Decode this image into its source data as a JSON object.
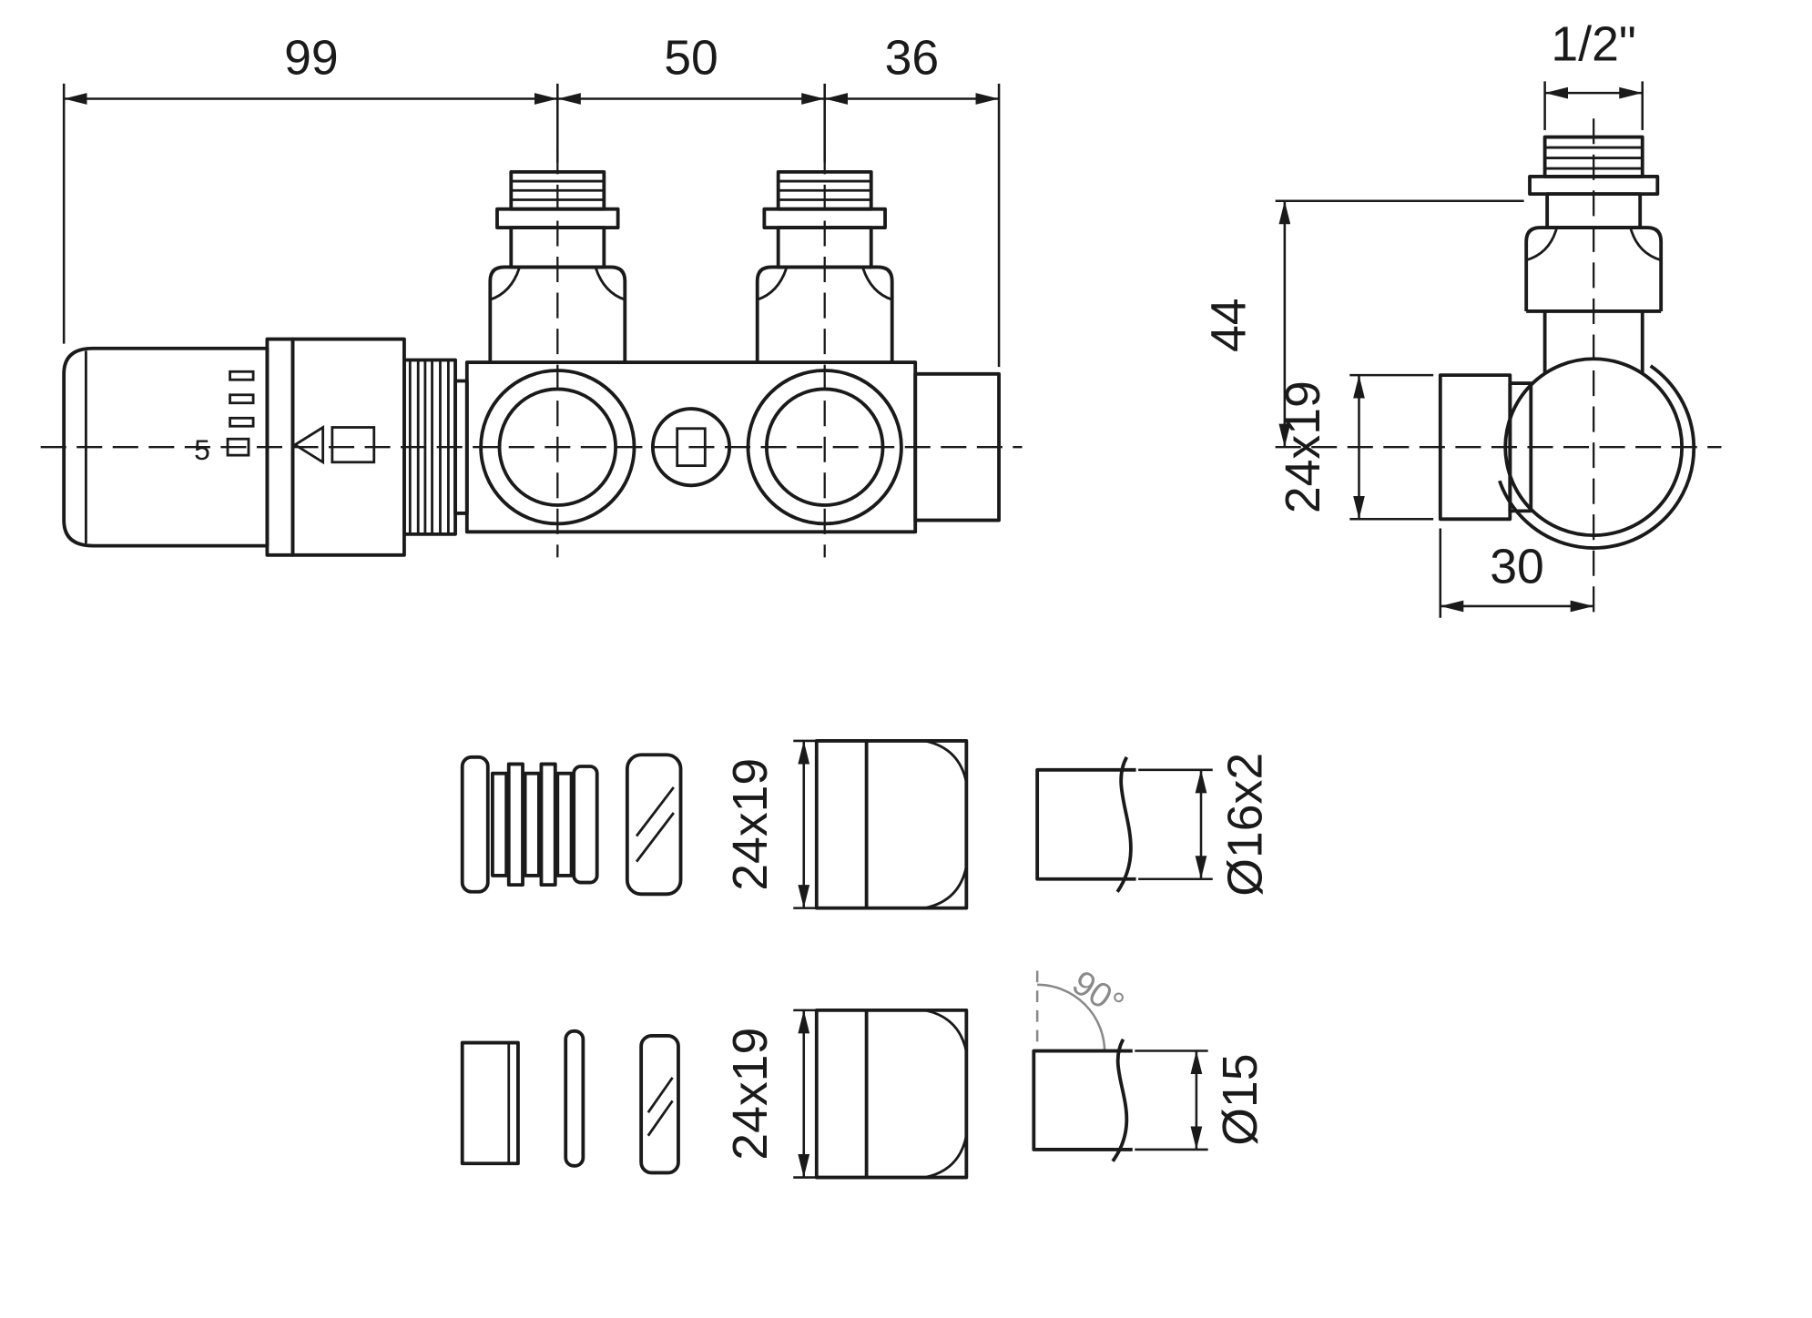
{
  "front_view": {
    "dim_head_length": "99",
    "dim_port_spacing": "50",
    "dim_tail_length": "36",
    "head_scale_value": "5"
  },
  "side_view": {
    "dim_thread_size": "1/2\"",
    "dim_height": "44",
    "dim_port_thread": "24x19",
    "dim_depth": "30"
  },
  "parts": {
    "row1": {
      "nut_thread": "24x19",
      "pipe_size": "Ø16x2"
    },
    "row2": {
      "nut_thread": "24x19",
      "cut_angle": "90°",
      "pipe_size": "Ø15"
    }
  },
  "colors": {
    "line": "#1a1a1a",
    "annotation": "#8a8a8a",
    "background": "#ffffff"
  }
}
